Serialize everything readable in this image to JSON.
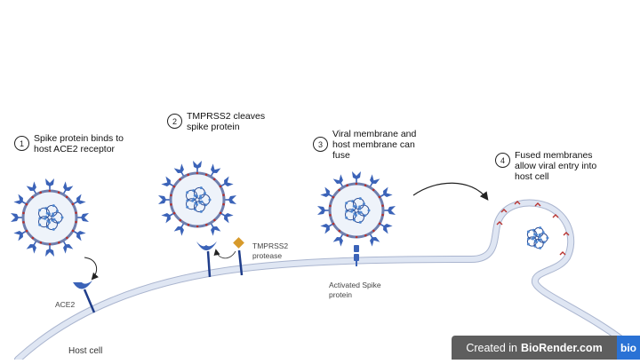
{
  "steps": [
    {
      "number": "1",
      "text_line1": "Spike protein binds to",
      "text_line2": "host ACE2 receptor"
    },
    {
      "number": "2",
      "text_line1": "TMPRSS2 cleaves",
      "text_line2": "spike protein"
    },
    {
      "number": "3",
      "text_line1": "Viral membrane and",
      "text_line2": "host membrane can",
      "text_line3": "fuse"
    },
    {
      "number": "4",
      "text_line1": "Fused membranes",
      "text_line2": "allow viral entry into",
      "text_line3": "host cell"
    }
  ],
  "labels": {
    "ace2": "ACE2",
    "tmprss2_line1": "TMPRSS2",
    "tmprss2_line2": "protease",
    "activated_line1": "Activated Spike",
    "activated_line2": "protein",
    "host_cell": "Host cell"
  },
  "watermark": {
    "prefix": "Created in",
    "brand": "BioRender.com",
    "logo": "bio"
  },
  "colors": {
    "spike": "#3b63b8",
    "membrane": "#6f7fae",
    "virion_fill": "#eef3fa",
    "rna": "#2f4f96",
    "rna_dots": "#4f86cf",
    "envelope_protein": "#b8322e",
    "tmprss2": "#d79a2b",
    "host_membrane": "#dfe6f3",
    "host_membrane_edge": "#aab5cf"
  }
}
